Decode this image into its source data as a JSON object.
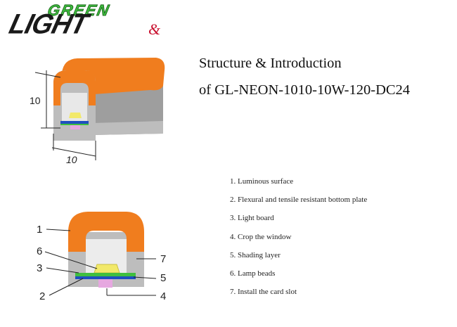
{
  "logo": {
    "top_word": "GREEN",
    "main_word": "LIGHT",
    "mark": "&"
  },
  "title": {
    "line1": "Structure & Introduction",
    "line2": "of GL-NEON-1010-10W-120-DC24"
  },
  "figure_top": {
    "height_label": "10",
    "width_label": "10"
  },
  "figure_bottom": {
    "callouts": [
      "1",
      "6",
      "3",
      "2",
      "7",
      "5",
      "4"
    ]
  },
  "legend": [
    "1. Luminous surface",
    "2. Flexural and tensile resistant bottom plate",
    "3. Light board",
    "4. Crop the window",
    "5. Shading layer",
    "6. Lamp beads",
    "7. Install the card slot"
  ],
  "colors": {
    "orange": "#f07d1e",
    "grey": "#bdbdbd",
    "blue": "#1f4fbf",
    "green": "#3fbf3f",
    "pink": "#e6a8e0",
    "yellow": "#f2e96a"
  }
}
